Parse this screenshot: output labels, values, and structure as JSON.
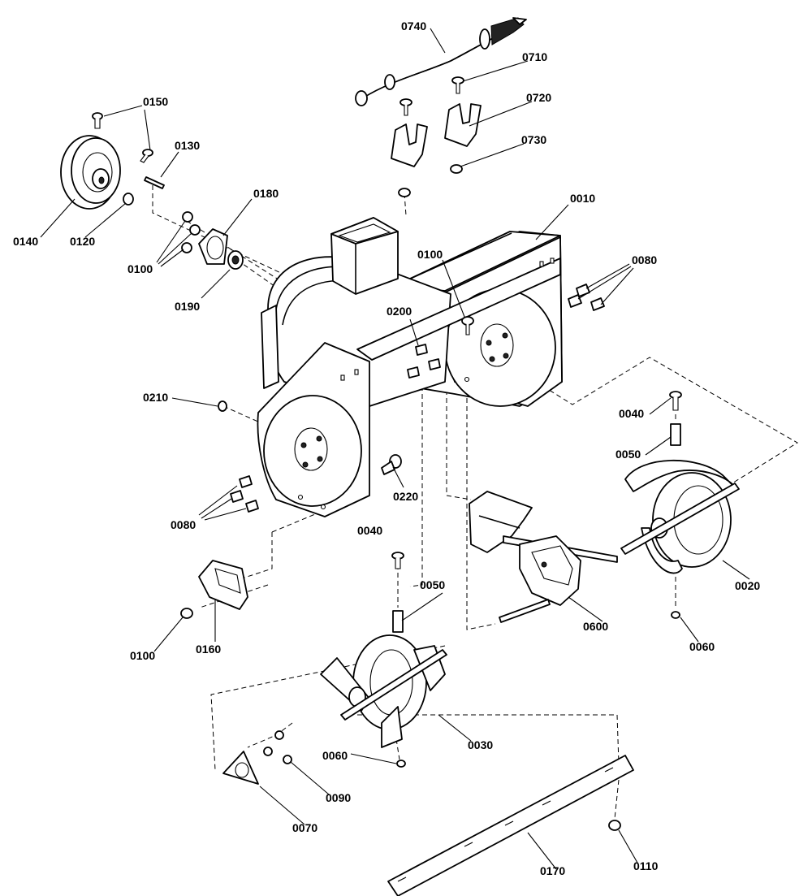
{
  "callouts": {
    "c0740": "0740",
    "c0710": "0710",
    "c0720": "0720",
    "c0730": "0730",
    "c0150": "0150",
    "c0130": "0130",
    "c0140": "0140",
    "c0120": "0120",
    "c0180": "0180",
    "c0100_a": "0100",
    "c0190": "0190",
    "c0010": "0010",
    "c0100_b": "0100",
    "c0080_a": "0080",
    "c0200": "0200",
    "c0210": "0210",
    "c0220": "0220",
    "c0080_b": "0080",
    "c0040_a": "0040",
    "c0050_a": "0050",
    "c0040_b": "0040",
    "c0050_b": "0050",
    "c0020": "0020",
    "c0600": "0600",
    "c0060_a": "0060",
    "c0100_c": "0100",
    "c0160": "0160",
    "c0030": "0030",
    "c0060_b": "0060",
    "c0090": "0090",
    "c0070": "0070",
    "c0170": "0170",
    "c0110": "0110"
  }
}
